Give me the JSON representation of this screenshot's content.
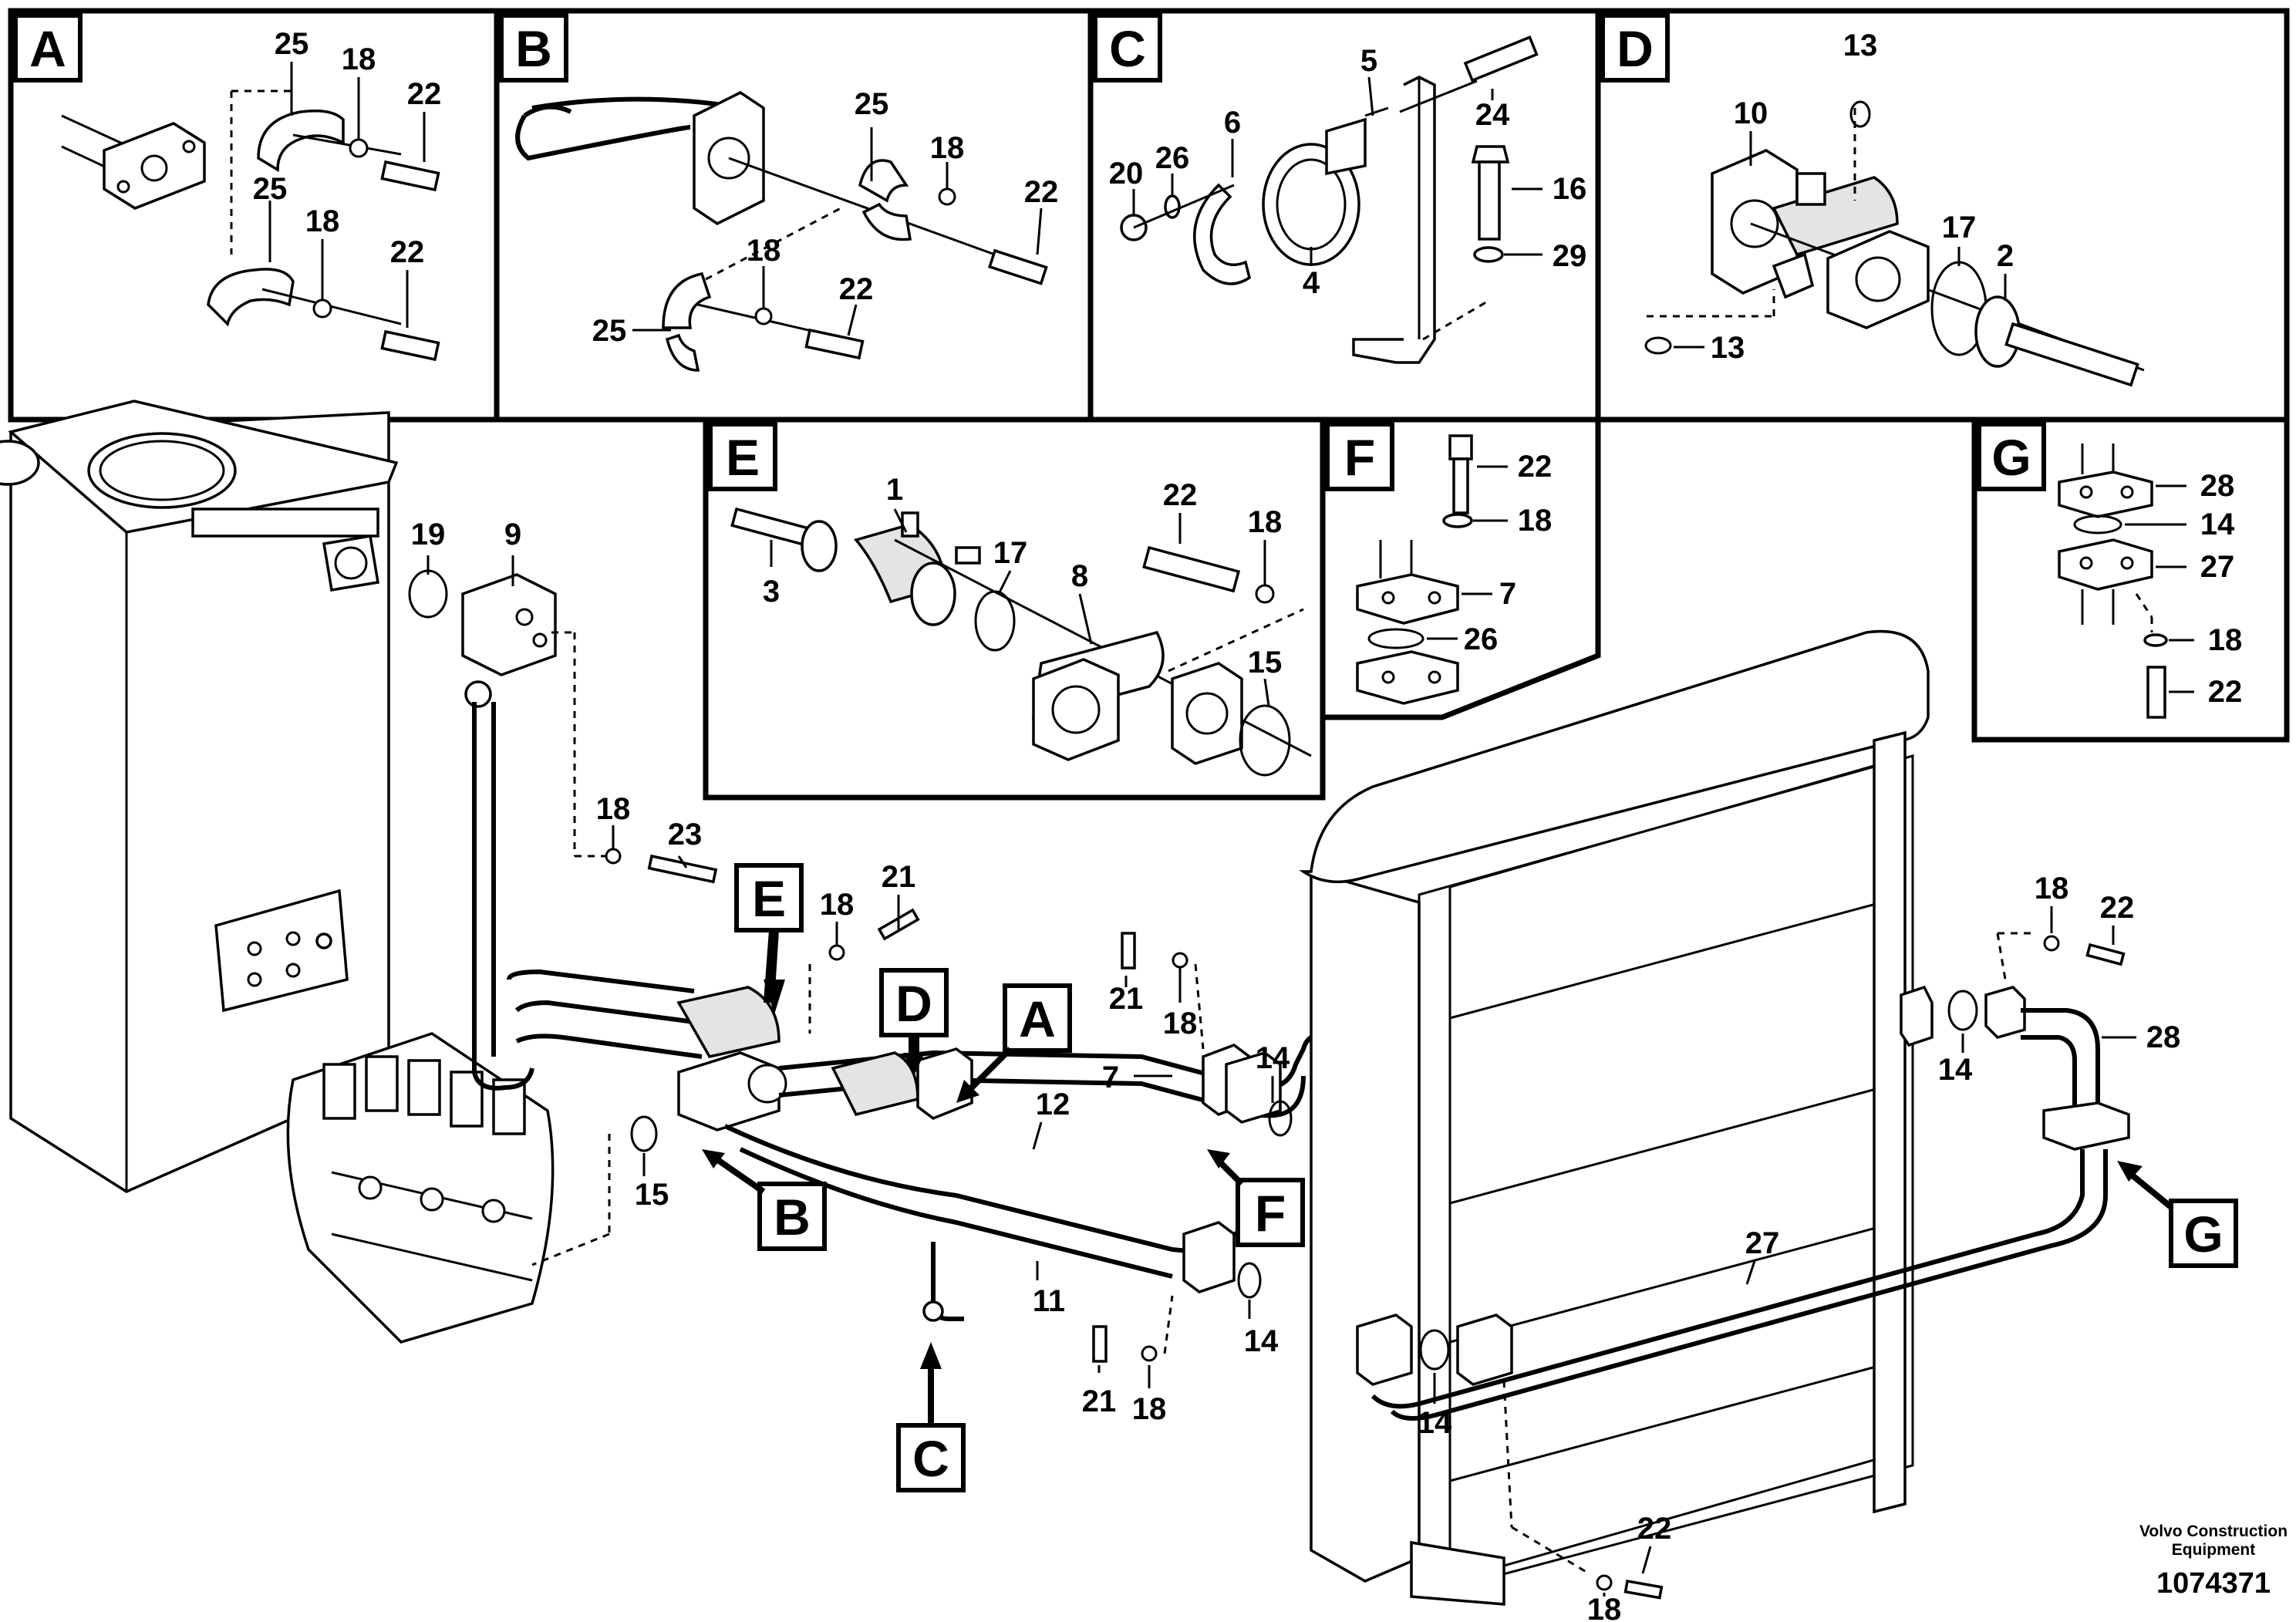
{
  "title_block": {
    "company_line1": "Volvo Construction",
    "company_line2": "Equipment",
    "drawing_number": "1074371"
  },
  "detail_panels": [
    {
      "letter": "A",
      "callouts": [
        "25",
        "18",
        "22",
        "25",
        "18",
        "22"
      ]
    },
    {
      "letter": "B",
      "callouts": [
        "25",
        "18",
        "22",
        "25",
        "18",
        "22"
      ]
    },
    {
      "letter": "C",
      "callouts": [
        "5",
        "24",
        "6",
        "26",
        "20",
        "16",
        "29",
        "4"
      ]
    },
    {
      "letter": "D",
      "callouts": [
        "13",
        "10",
        "17",
        "2",
        "13"
      ]
    },
    {
      "letter": "E",
      "callouts": [
        "1",
        "22",
        "18",
        "3",
        "17",
        "8",
        "15"
      ]
    },
    {
      "letter": "F",
      "callouts": [
        "22",
        "18",
        "7",
        "26"
      ]
    },
    {
      "letter": "G",
      "callouts": [
        "28",
        "14",
        "27",
        "18",
        "22"
      ]
    }
  ],
  "main_view": {
    "view_markers": [
      "E",
      "D",
      "A",
      "B",
      "F",
      "C",
      "G"
    ],
    "callouts": [
      "19",
      "9",
      "18",
      "23",
      "18",
      "21",
      "15",
      "21",
      "18",
      "7",
      "12",
      "14",
      "11",
      "14",
      "21",
      "18",
      "18",
      "22",
      "14",
      "28",
      "27",
      "14",
      "22",
      "18"
    ]
  }
}
